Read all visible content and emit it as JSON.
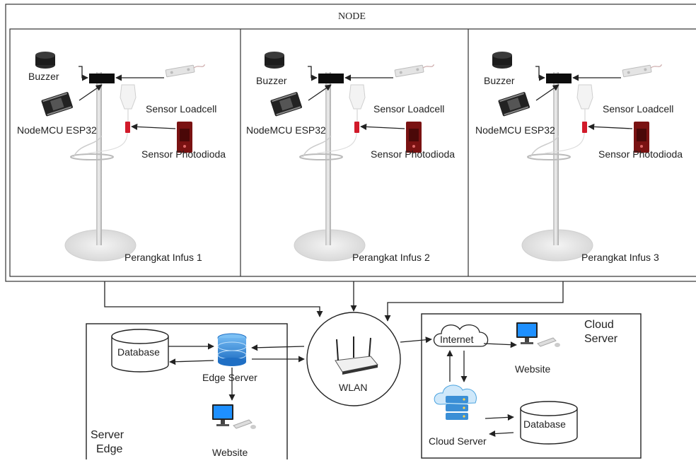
{
  "node": {
    "title": "NODE",
    "devices": [
      {
        "label": "Perangkat Infus 1",
        "buzzer": "Buzzer",
        "mcu": "NodeMCU ESP32",
        "loadcell": "Sensor Loadcell",
        "photodiode": "Sensor Photodioda"
      },
      {
        "label": "Perangkat Infus 2",
        "buzzer": "Buzzer",
        "mcu": "NodeMCU ESP32",
        "loadcell": "Sensor Loadcell",
        "photodiode": "Sensor Photodioda"
      },
      {
        "label": "Perangkat Infus 3",
        "buzzer": "Buzzer",
        "mcu": "NodeMCU ESP32",
        "loadcell": "Sensor Loadcell",
        "photodiode": "Sensor Photodioda"
      }
    ]
  },
  "wlan": {
    "label": "WLAN"
  },
  "edge": {
    "title_line1": "Server",
    "title_line2": "Edge",
    "database": "Database",
    "server": "Edge Server",
    "website": "Website"
  },
  "cloud": {
    "title_line1": "Cloud",
    "title_line2": "Server",
    "internet": "Internet",
    "website": "Website",
    "server": "Cloud Server",
    "database": "Database"
  },
  "colors": {
    "line": "#222222",
    "server_blue": "#2e86de",
    "cloud_server_blue": "#4aa3df",
    "sensor_red": "#8b1a1a",
    "monitor_blue": "#1e90ff"
  }
}
